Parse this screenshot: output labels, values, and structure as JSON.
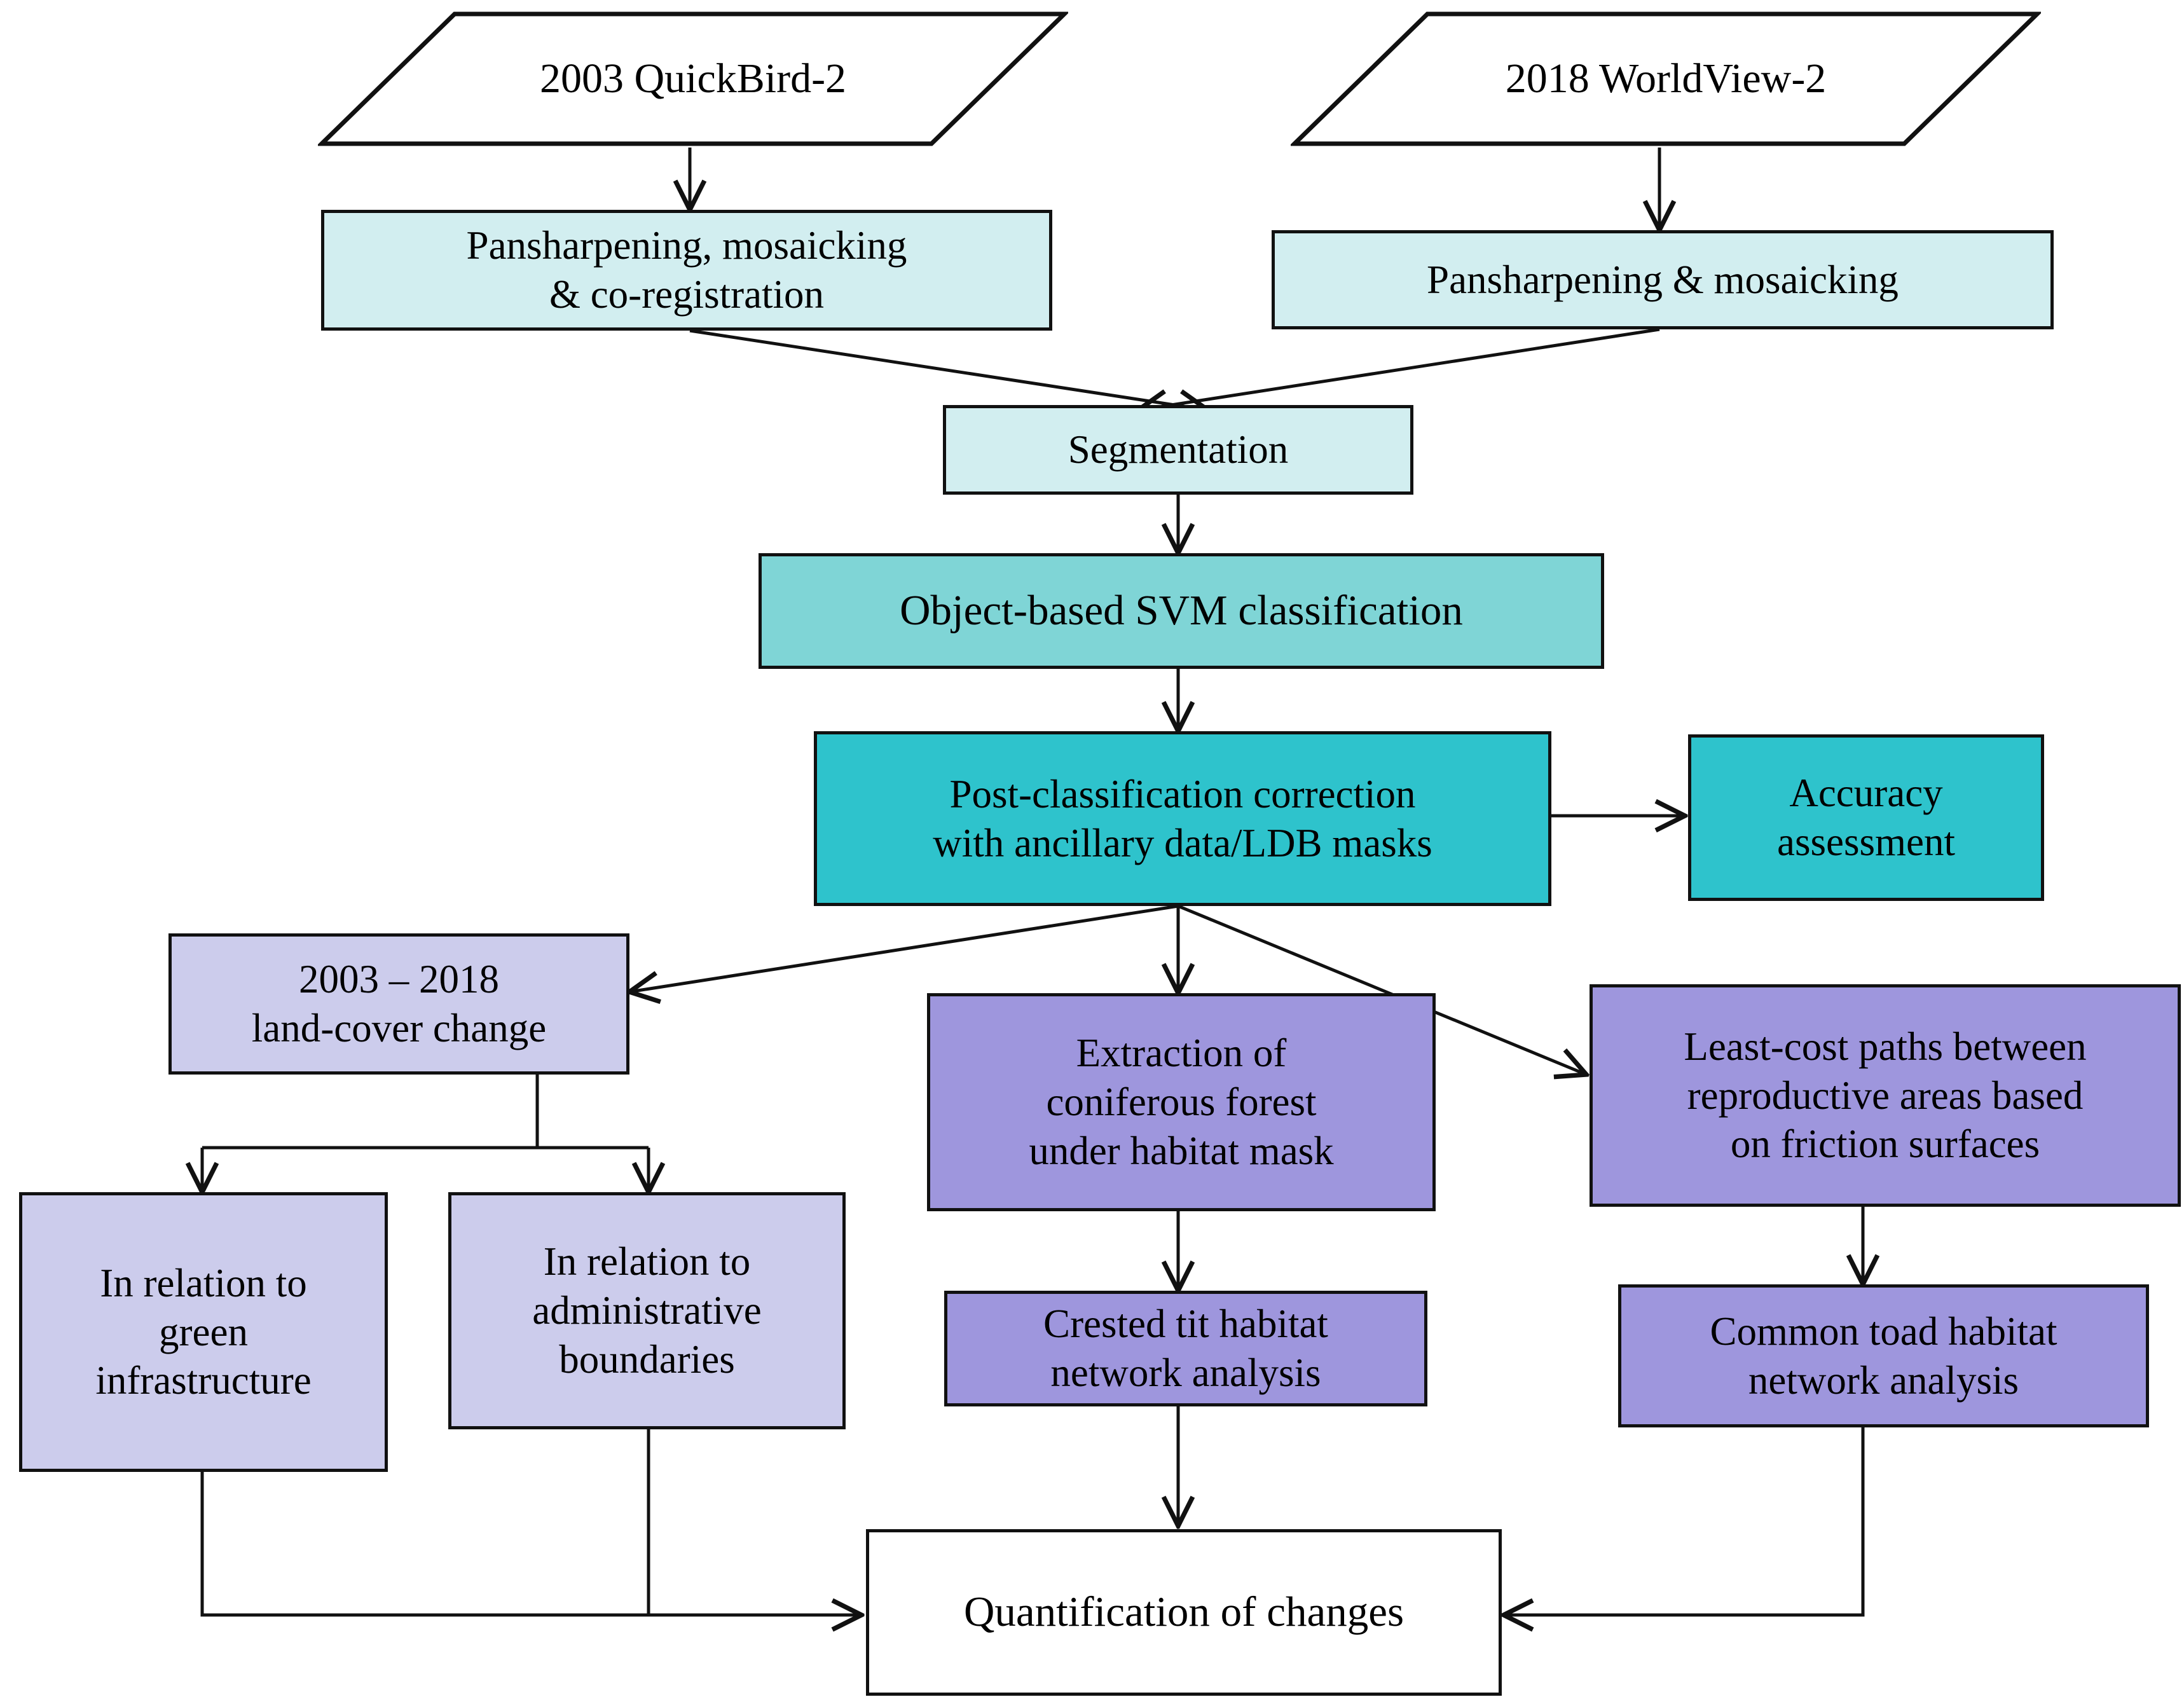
{
  "diagram": {
    "title": "Remote sensing land-cover change and habitat network methodology flowchart",
    "palette": {
      "white": "#ffffff",
      "light_cyan": "#d2eef0",
      "medium_teal": "#7fd5d6",
      "dark_teal": "#2ec3cc",
      "lavender": "#ccccec",
      "purple": "#9e96dd",
      "stroke": "#111111"
    },
    "nodes": [
      {
        "id": "quickbird",
        "label": "2003 QuickBird-2",
        "shape": "parallelogram",
        "fill": "white"
      },
      {
        "id": "worldview",
        "label": "2018 WorldView-2",
        "shape": "parallelogram",
        "fill": "white"
      },
      {
        "id": "prep2003",
        "label": "Pansharpening, mosaicking\n& co-registration",
        "shape": "rect",
        "fill": "light_cyan"
      },
      {
        "id": "prep2018",
        "label": "Pansharpening & mosaicking",
        "shape": "rect",
        "fill": "light_cyan"
      },
      {
        "id": "segmentation",
        "label": "Segmentation",
        "shape": "rect",
        "fill": "light_cyan"
      },
      {
        "id": "svm",
        "label": "Object-based SVM classification",
        "shape": "rect",
        "fill": "medium_teal"
      },
      {
        "id": "postclass",
        "label": "Post-classification correction\nwith ancillary data/LDB masks",
        "shape": "rect",
        "fill": "dark_teal"
      },
      {
        "id": "accuracy",
        "label": "Accuracy\nassessment",
        "shape": "rect",
        "fill": "dark_teal"
      },
      {
        "id": "lcchange",
        "label": "2003 – 2018\nland-cover change",
        "shape": "rect",
        "fill": "lavender"
      },
      {
        "id": "greeninfra",
        "label": "In relation to\ngreen\ninfrastructure",
        "shape": "rect",
        "fill": "lavender"
      },
      {
        "id": "adminbound",
        "label": "In relation to\nadministrative\nboundaries",
        "shape": "rect",
        "fill": "lavender"
      },
      {
        "id": "conifer",
        "label": "Extraction of\nconiferous forest\nunder habitat mask",
        "shape": "rect",
        "fill": "purple"
      },
      {
        "id": "crestedtit",
        "label": "Crested tit habitat\nnetwork analysis",
        "shape": "rect",
        "fill": "purple"
      },
      {
        "id": "leastcost",
        "label": "Least-cost paths between\nreproductive areas based\non friction surfaces",
        "shape": "rect",
        "fill": "purple"
      },
      {
        "id": "commontoad",
        "label": "Common toad habitat\nnetwork analysis",
        "shape": "rect",
        "fill": "purple"
      },
      {
        "id": "quantify",
        "label": "Quantification of changes",
        "shape": "rect",
        "fill": "white"
      }
    ],
    "edges": [
      {
        "from": "quickbird",
        "to": "prep2003",
        "style": "straight-down"
      },
      {
        "from": "worldview",
        "to": "prep2018",
        "style": "straight-down"
      },
      {
        "from": "prep2003",
        "to": "segmentation",
        "style": "diagonal"
      },
      {
        "from": "prep2018",
        "to": "segmentation",
        "style": "diagonal"
      },
      {
        "from": "segmentation",
        "to": "svm",
        "style": "straight-down"
      },
      {
        "from": "svm",
        "to": "postclass",
        "style": "straight-down"
      },
      {
        "from": "postclass",
        "to": "accuracy",
        "style": "straight-right"
      },
      {
        "from": "postclass",
        "to": "lcchange",
        "style": "diagonal"
      },
      {
        "from": "postclass",
        "to": "conifer",
        "style": "straight-down"
      },
      {
        "from": "postclass",
        "to": "leastcost",
        "style": "diagonal"
      },
      {
        "from": "lcchange",
        "to": "greeninfra",
        "style": "elbow-split"
      },
      {
        "from": "lcchange",
        "to": "adminbound",
        "style": "elbow-split"
      },
      {
        "from": "conifer",
        "to": "crestedtit",
        "style": "straight-down"
      },
      {
        "from": "leastcost",
        "to": "commontoad",
        "style": "straight-down"
      },
      {
        "from": "greeninfra",
        "to": "quantify",
        "style": "elbow-right"
      },
      {
        "from": "adminbound",
        "to": "quantify",
        "style": "elbow-right"
      },
      {
        "from": "crestedtit",
        "to": "quantify",
        "style": "straight-down"
      },
      {
        "from": "commontoad",
        "to": "quantify",
        "style": "elbow-left"
      }
    ]
  }
}
